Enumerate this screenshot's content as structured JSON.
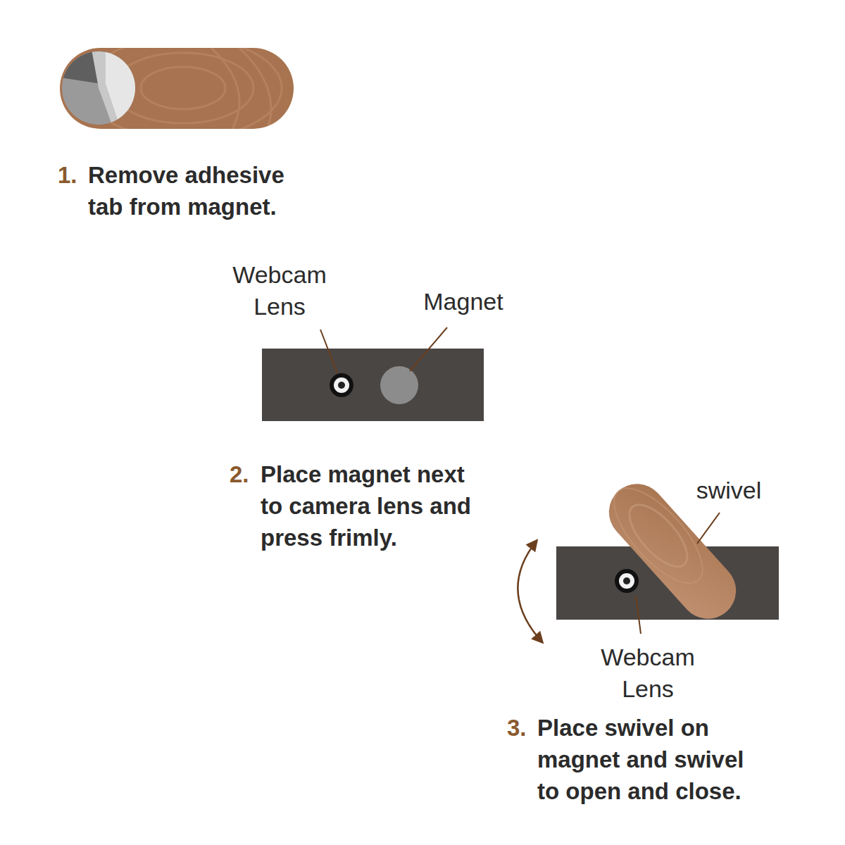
{
  "diagram": {
    "labels": [
      "1.",
      "Remove adhesive tab from magnet.",
      "Webcam Lens",
      "Magnet",
      "2.",
      "Place magnet next to camera lens and press frimly.",
      "swivel",
      "Webcam Lens",
      "3.",
      "Place swivel on magnet and swivel to open and close."
    ]
  }
}
